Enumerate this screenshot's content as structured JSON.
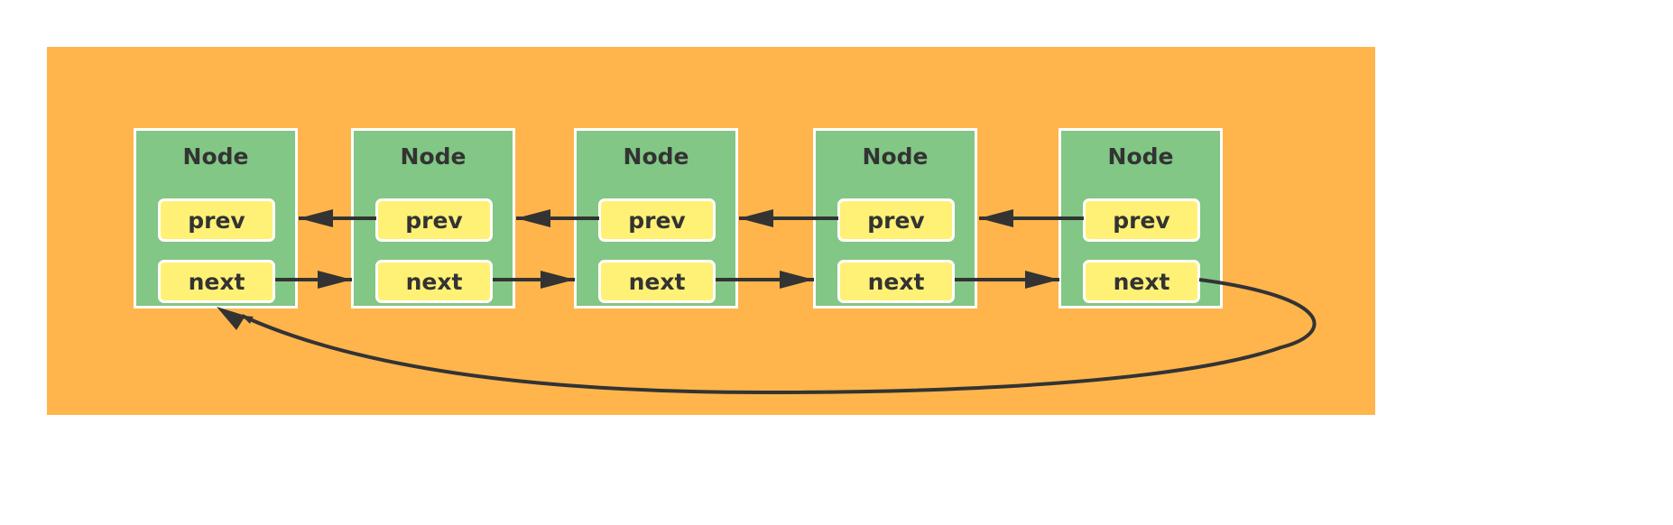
{
  "colors": {
    "background": "#FFB54C",
    "node_fill": "#82C785",
    "field_fill": "#FFF176",
    "border": "#FFFFFF",
    "arrow": "#333333"
  },
  "nodes": [
    {
      "title": "Node",
      "prev_label": "prev",
      "next_label": "next"
    },
    {
      "title": "Node",
      "prev_label": "prev",
      "next_label": "next"
    },
    {
      "title": "Node",
      "prev_label": "prev",
      "next_label": "next"
    },
    {
      "title": "Node",
      "prev_label": "prev",
      "next_label": "next"
    },
    {
      "title": "Node",
      "prev_label": "prev",
      "next_label": "next"
    }
  ],
  "links": {
    "next": [
      [
        0,
        1
      ],
      [
        1,
        2
      ],
      [
        2,
        3
      ],
      [
        3,
        4
      ],
      [
        4,
        0
      ]
    ],
    "prev": [
      [
        1,
        0
      ],
      [
        2,
        1
      ],
      [
        3,
        2
      ],
      [
        4,
        3
      ]
    ]
  }
}
